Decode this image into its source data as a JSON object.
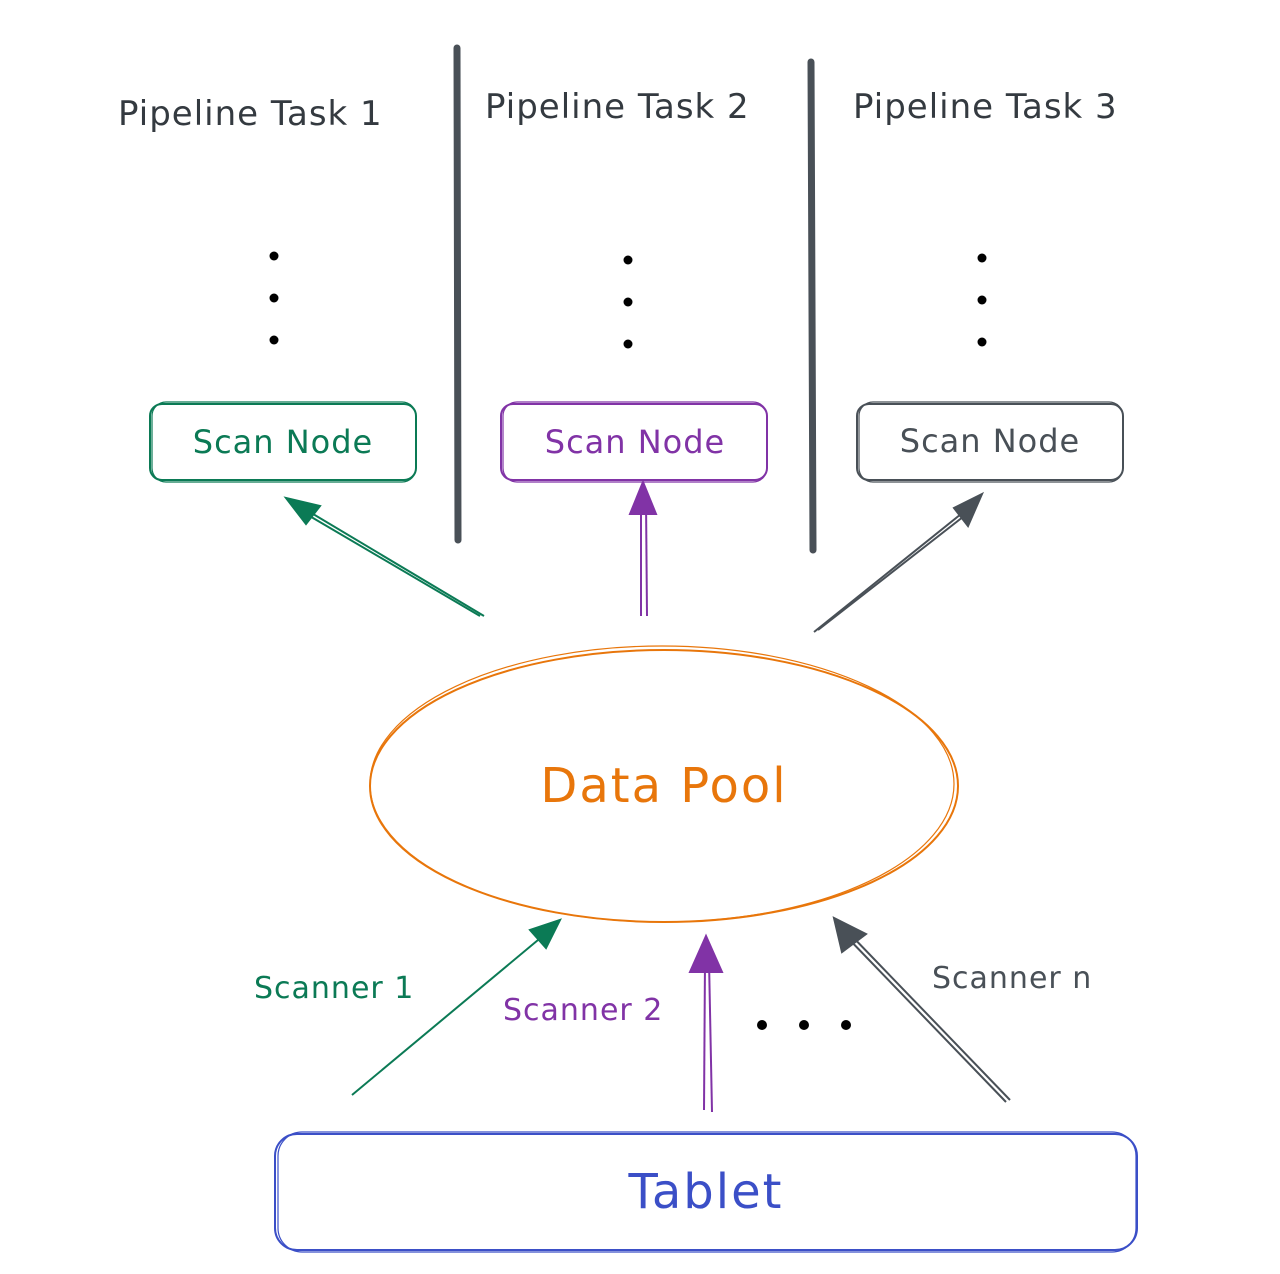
{
  "colors": {
    "dark": "#495057",
    "green": "#0b7a55",
    "purple": "#8133a6",
    "orange": "#e8760b",
    "blue": "#3b4fc7",
    "dots": "#000000"
  },
  "pipeline_tasks": [
    {
      "title": "Pipeline Task 1",
      "node_label": "Scan Node",
      "color_key": "green"
    },
    {
      "title": "Pipeline Task 2",
      "node_label": "Scan Node",
      "color_key": "purple"
    },
    {
      "title": "Pipeline Task 3",
      "node_label": "Scan Node",
      "color_key": "dark"
    }
  ],
  "data_pool": {
    "label": "Data Pool"
  },
  "tablet": {
    "label": "Tablet"
  },
  "scanners": [
    {
      "label": "Scanner 1",
      "color_key": "green"
    },
    {
      "label": "Scanner 2",
      "color_key": "purple"
    },
    {
      "label": "Scanner n",
      "color_key": "dark"
    }
  ],
  "ellipsis": "…"
}
